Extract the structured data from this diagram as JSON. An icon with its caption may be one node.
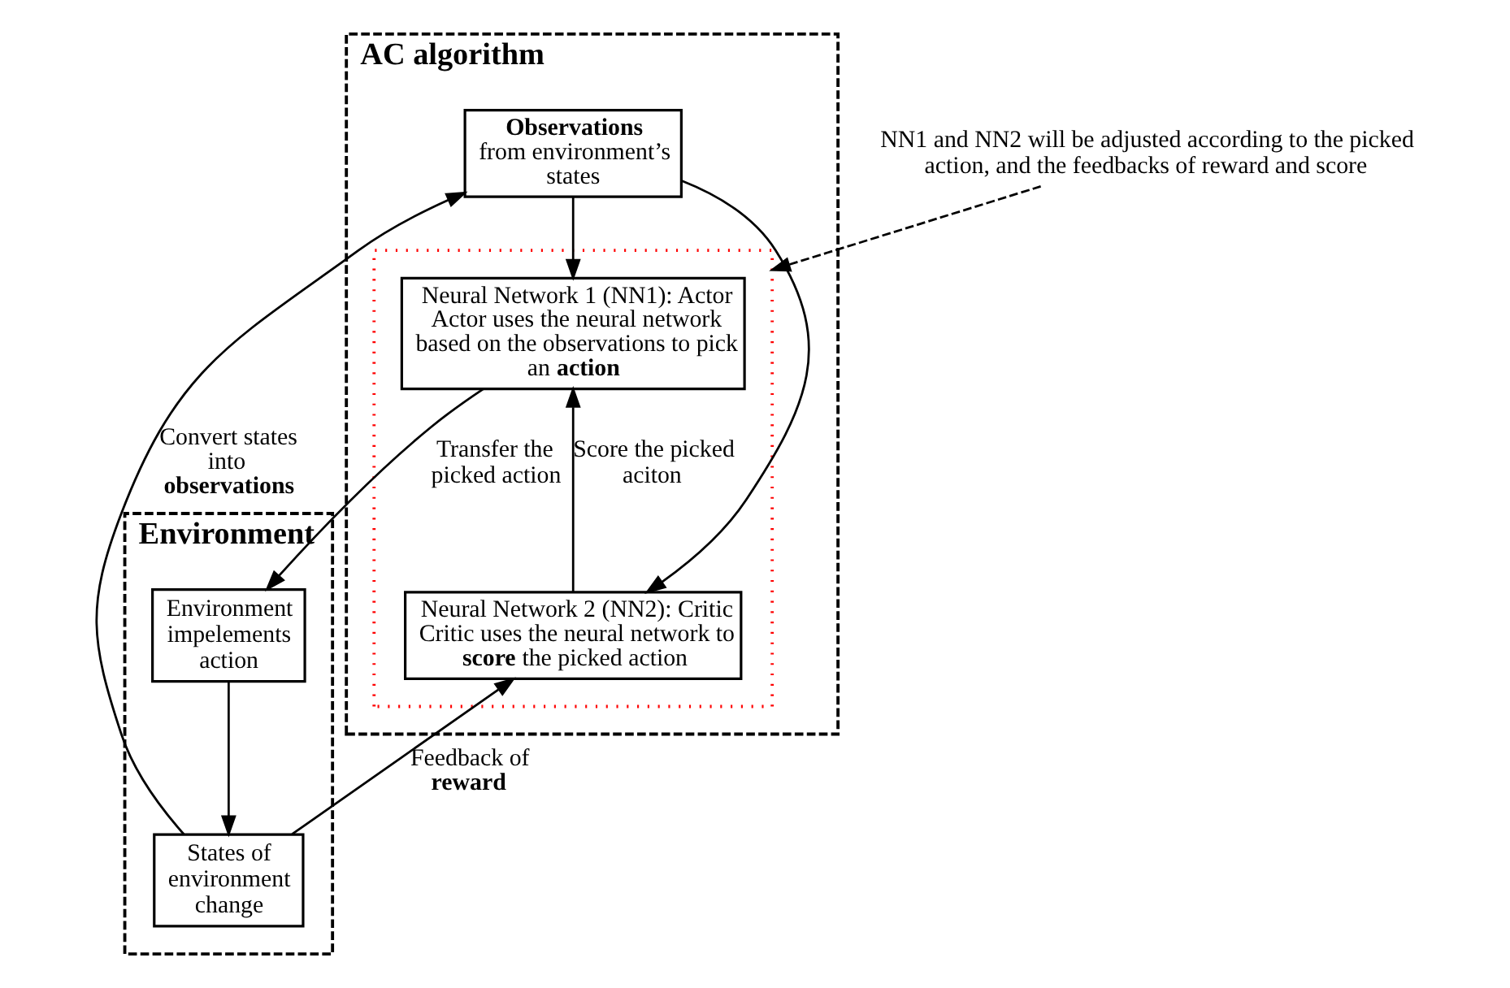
{
  "diagram": {
    "nodes": [
      {
        "text": [
          "AC algorithm"
        ]
      },
      {
        "text": [],
        "shape": "box",
        "in": 0
      },
      {
        "text": [
          "Neural Network 1 (NN1): Actor",
          "Actor uses the neural network based on the observations to pick an **action**"
        ],
        "in": 1
      },
      {
        "text": [
          "Neural Network 2 (NN2): Critic",
          "Critic uses the neural network to **score** the picked action"
        ],
        "in": 1
      },
      {
        "text": [
          "**Observations** from environment’s states"
        ],
        "in": 0
      },
      {
        "text": [
          "Environment"
        ]
      },
      {
        "text": [
          "States of environment change"
        ],
        "in": 5
      },
      {
        "text": [
          "Environment impelements action"
        ],
        "in": 5
      },
      {
        "text": [
          "NN1 and NN2 will be adjusted according to the picked action, and the feedbacks of reward and score"
        ]
      }
    ],
    "edges": [
      {
        "from": 8,
        "to": 1,
        "arrow": "to",
        "style": "dashed"
      },
      {
        "from": 4,
        "to": 2,
        "arrow": "to"
      },
      {
        "from": 4,
        "to": 3,
        "arrow": "to"
      },
      {
        "from": 3,
        "to": 2,
        "arrow": "to",
        "label": "Score the picked aciton"
      },
      {
        "from": 2,
        "to": 7,
        "arrow": "to",
        "label": "Transfer the picked action"
      },
      {
        "from": 7,
        "to": 6,
        "arrow": "to"
      },
      {
        "from": 6,
        "to": 3,
        "arrow": "to",
        "label": "Feedback of **reward**"
      },
      {
        "from": 6,
        "to": 4,
        "arrow": "to",
        "label": "Convert states into **observations**"
      }
    ]
  }
}
